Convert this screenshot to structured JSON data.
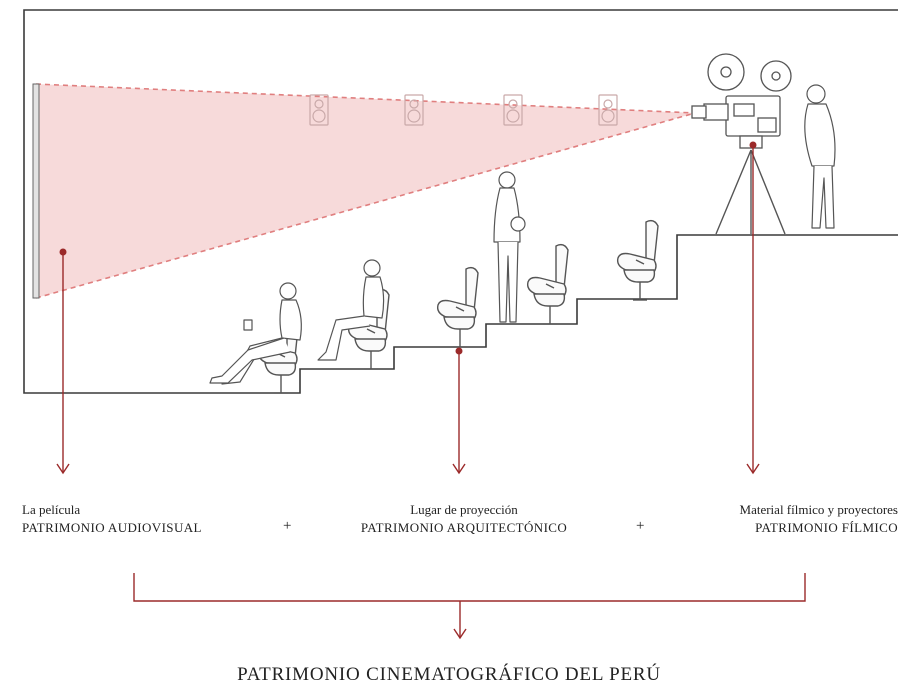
{
  "labels": {
    "left": {
      "sub": "La película",
      "main": "PATRIMONIO AUDIOVISUAL"
    },
    "middle": {
      "sub": "Lugar de proyección",
      "main": "PATRIMONIO ARQUITECTÓNICO"
    },
    "right": {
      "sub": "Material fílmico y proyectores",
      "main": "PATRIMONIO FÍLMICO"
    }
  },
  "operators": {
    "plus_1": "+",
    "plus_2": "+"
  },
  "result": "PATRIMONIO CINEMATOGRÁFICO DEL PERÚ",
  "colors": {
    "accent": "#9b2a2a",
    "projection_beam": "#f6d4d4",
    "projection_dash": "#e07f7f",
    "line": "#3a3a3a",
    "figure_stroke": "#555555"
  },
  "icons": [
    "screen-icon",
    "speaker-icon",
    "cinema-seat-icon",
    "seated-viewer-icon",
    "standing-woman-icon",
    "film-projector-icon",
    "tripod-icon",
    "projectionist-icon",
    "down-arrow-icon"
  ]
}
